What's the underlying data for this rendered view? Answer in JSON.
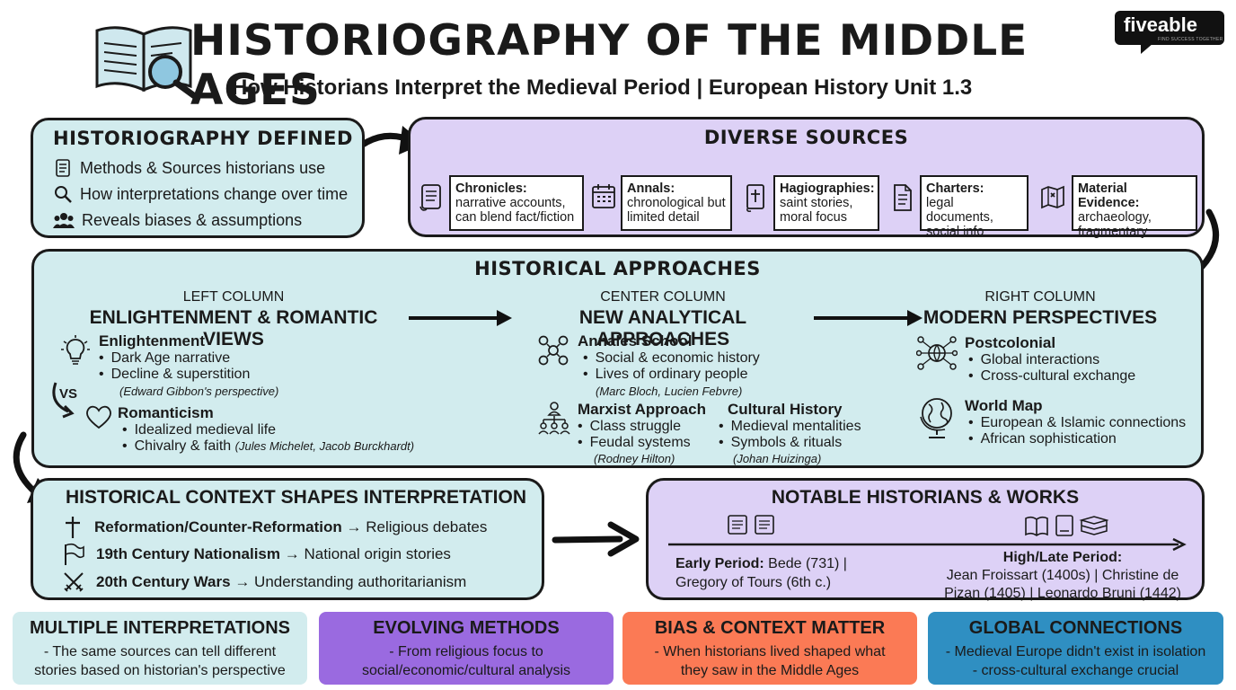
{
  "header": {
    "title": "HISTORIOGRAPHY OF THE MIDDLE AGES",
    "subtitle": "How Historians Interpret the Medieval Period | European History Unit 1.3",
    "logo_text": "fiveable",
    "logo_sub": "FIND SUCCESS TOGETHER"
  },
  "defined": {
    "title": "HISTORIOGRAPHY DEFINED",
    "items": [
      {
        "icon": "scroll-icon",
        "text": "Methods & Sources historians use"
      },
      {
        "icon": "magnifier-icon",
        "text": "How interpretations change over time"
      },
      {
        "icon": "people-icon",
        "text": "Reveals biases & assumptions"
      }
    ]
  },
  "sources": {
    "title": "DIVERSE SOURCES",
    "items": [
      {
        "icon": "scroll-icon",
        "name": "Chronicles:",
        "desc": "narrative accounts, can blend fact/fiction"
      },
      {
        "icon": "calendar-icon",
        "name": "Annals:",
        "desc": "chronological but limited detail"
      },
      {
        "icon": "bible-icon",
        "name": "Hagiographies:",
        "desc": "saint stories, moral focus"
      },
      {
        "icon": "document-icon",
        "name": "Charters:",
        "desc": "legal documents, social info"
      },
      {
        "icon": "map-icon",
        "name": "Material Evidence:",
        "desc": "archaeology, fragmentary"
      }
    ]
  },
  "approaches": {
    "title": "HISTORICAL APPROACHES",
    "left": {
      "head": "LEFT COLUMN",
      "title": "ENLIGHTENMENT & ROMANTIC VIEWS",
      "enlightenment": {
        "title": "Enlightenment",
        "points": [
          "Dark Age narrative",
          "Decline & superstition"
        ],
        "note": "(Edward Gibbon's perspective)"
      },
      "vs": "VS",
      "romanticism": {
        "title": "Romanticism",
        "points": [
          "Idealized medieval life",
          "Chivalry & faith"
        ],
        "note": "(Jules Michelet, Jacob Burckhardt)"
      }
    },
    "center": {
      "head": "CENTER COLUMN",
      "title": "NEW ANALYTICAL APPROACHES",
      "annales": {
        "title": "Annales School",
        "points": [
          "Social & economic history",
          "Lives of ordinary people"
        ],
        "note": "(Marc Bloch, Lucien Febvre)"
      },
      "marxist": {
        "title": "Marxist Approach",
        "points": [
          "Class struggle",
          "Feudal systems"
        ],
        "note": "(Rodney Hilton)"
      },
      "cultural": {
        "title": "Cultural History",
        "points": [
          "Medieval mentalities",
          "Symbols & rituals"
        ],
        "note": "(Johan Huizinga)"
      }
    },
    "right": {
      "head": "RIGHT COLUMN",
      "title": "MODERN PERSPECTIVES",
      "postcolonial": {
        "title": "Postcolonial",
        "points": [
          "Global interactions",
          "Cross-cultural exchange"
        ]
      },
      "worldmap": {
        "title": "World Map",
        "points": [
          "European & Islamic connections",
          "African sophistication"
        ]
      }
    }
  },
  "context": {
    "title": "HISTORICAL CONTEXT SHAPES INTERPRETATION",
    "items": [
      {
        "icon": "cross-icon",
        "bold": "Reformation/Counter-Reformation",
        "rest": "→ Religious debates"
      },
      {
        "icon": "flag-icon",
        "bold": "19th Century Nationalism",
        "rest": "→ National origin stories"
      },
      {
        "icon": "swords-icon",
        "bold": "20th Century Wars",
        "rest": "→ Understanding authoritarianism"
      }
    ]
  },
  "historians": {
    "title": "NOTABLE HISTORIANS & WORKS",
    "early_label": "Early Period:",
    "early_line1": "Bede (731) |",
    "early_line2": "Gregory of Tours (6th c.)",
    "late_label": "High/Late Period:",
    "late_line1": "Jean Froissart (1400s) | Christine de",
    "late_line2": "Pizan (1405) | Leonardo Bruni (1442)"
  },
  "bottom": [
    {
      "title": "MULTIPLE INTERPRETATIONS",
      "line1": "- The same sources can tell different",
      "line2": "stories based on historian's perspective",
      "bg": "#d2ecee",
      "color": "#1a1a1a"
    },
    {
      "title": "EVOLVING METHODS",
      "line1": "- From religious focus to",
      "line2": "social/economic/cultural analysis",
      "bg": "#9a6ae0",
      "color": "#1a1a1a"
    },
    {
      "title": "BIAS & CONTEXT MATTER",
      "line1": "- When historians lived shaped what",
      "line2": "they saw in the Middle Ages",
      "bg": "#fb7a55",
      "color": "#1a1a1a"
    },
    {
      "title": "GLOBAL CONNECTIONS",
      "line1": "- Medieval Europe didn't exist in isolation",
      "line2": "- cross-cultural exchange crucial",
      "bg": "#2f8fc2",
      "color": "#1a1a1a"
    }
  ],
  "colors": {
    "teal": "#d2ecee",
    "lavender": "#ddd1f6",
    "purple": "#9a6ae0",
    "orange": "#fb7a55",
    "blue": "#2f8fc2"
  }
}
